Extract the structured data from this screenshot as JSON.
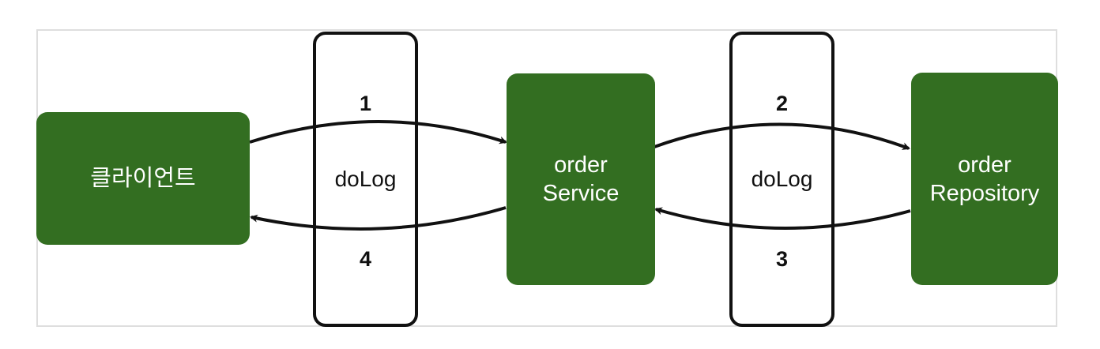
{
  "diagram": {
    "nodes": {
      "client": {
        "label": "클라이언트"
      },
      "order_service": {
        "line1": "order",
        "line2": "Service"
      },
      "order_repository": {
        "line1": "order",
        "line2": "Repository"
      }
    },
    "aspects": [
      {
        "label": "doLog",
        "step_in": "1",
        "step_out": "4"
      },
      {
        "label": "doLog",
        "step_in": "2",
        "step_out": "3"
      }
    ]
  },
  "colors": {
    "node_fill": "#336e21",
    "node_text": "#ffffff",
    "stroke": "#111111",
    "frame": "#dedede"
  }
}
